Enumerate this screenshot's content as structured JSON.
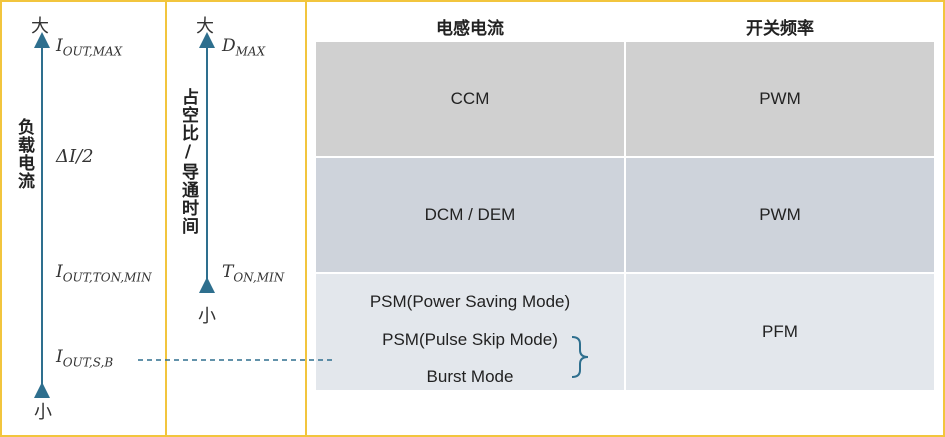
{
  "load_axis": {
    "top": "大",
    "bottom": "小",
    "label": "负载电流",
    "marks": [
      {
        "main": "I",
        "sub": "OUT,MAX"
      },
      {
        "main": "ΔI/2",
        "sub": ""
      },
      {
        "main": "I",
        "sub": "OUT,TON,MIN"
      },
      {
        "main": "I",
        "sub": "OUT,S,B"
      }
    ]
  },
  "duty_axis": {
    "top": "大",
    "bottom": "小",
    "label": "占空比/导通时间",
    "marks": [
      {
        "main": "D",
        "sub": "MAX"
      },
      {
        "main": "T",
        "sub": "ON,MIN"
      }
    ]
  },
  "table": {
    "headers": [
      "电感电流",
      "开关频率"
    ],
    "rows": [
      {
        "mode": [
          "CCM"
        ],
        "freq": "PWM",
        "bg": "#d0d0d0"
      },
      {
        "mode": [
          "DCM / DEM"
        ],
        "freq": "PWM",
        "bg": "#ced3db"
      },
      {
        "mode": [
          "PSM(Power Saving Mode)",
          "PSM(Pulse Skip Mode)",
          "Burst Mode"
        ],
        "freq": "PFM",
        "bg": "#e3e7ec"
      }
    ]
  },
  "colors": {
    "frame": "#f2c53d",
    "arrow": "#2e6f8e",
    "brace": "#2e6f8e"
  }
}
